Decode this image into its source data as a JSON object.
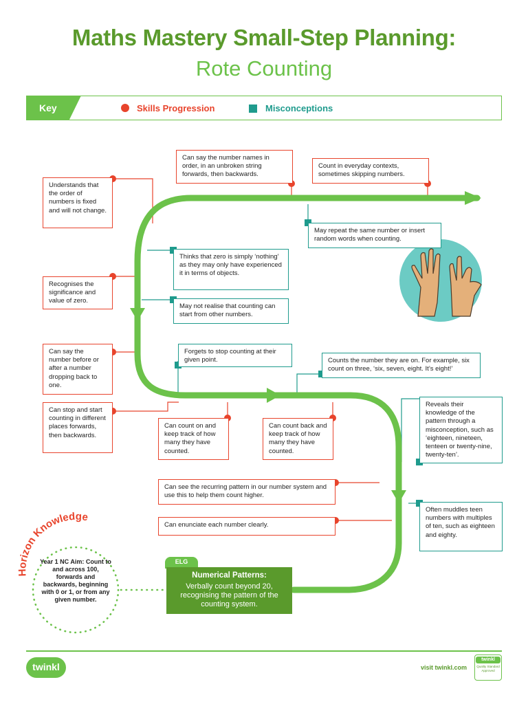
{
  "title": "Maths Mastery Small-Step Planning:",
  "subtitle": "Rote Counting",
  "key": {
    "label": "Key",
    "skills": "Skills Progression",
    "misconceptions": "Misconceptions"
  },
  "skills": [
    "Understands that the order of numbers is fixed and will not change.",
    "Can say the number names in order, in an unbroken string forwards, then backwards.",
    "Count in everyday contexts, sometimes skipping numbers.",
    "Recognises the significance and value of zero.",
    "Can say the number before or after a number dropping back to one.",
    "Can stop and start counting in different places forwards, then backwards.",
    "Can count on and keep track of how many they have counted.",
    "Can count back and keep track of how many they have counted.",
    "Can see the recurring pattern in our number system and use this to help them count higher.",
    "Can enunciate each number clearly."
  ],
  "misconceptions": [
    "May repeat the same number or insert random words when counting.",
    "Thinks that zero is simply ‘nothing’ as they may only have experienced it in terms of objects.",
    "May not realise that counting can start from other numbers.",
    "Forgets to stop counting at their given point.",
    "Counts the number they are on. For example, six count on three, ‘six, seven, eight. It’s eight!’",
    "Reveals their knowledge of the pattern through a misconception, such as ‘eighteen, nineteen, tenteen or twenty-nine, twenty-ten’.",
    "Often muddles teen numbers with multiples of ten, such as eighteen and eighty."
  ],
  "horizon": {
    "heading": "Horizon Knowledge",
    "text": "Year 1 NC Aim: Count to and across 100, forwards and backwards, beginning with 0 or 1, or from any given number."
  },
  "elg": {
    "tab": "ELG",
    "title": "Numerical Patterns:",
    "text": "Verbally count beyond 20, recognising the pattern of the counting system."
  },
  "footer": {
    "logo": "twinkl",
    "visit": "visit twinkl.com",
    "badge_top": "twinkl",
    "badge_text": "Quality Standard Approved"
  },
  "colors": {
    "path": "#6cc24a",
    "title": "#5a9a2c",
    "skill": "#e8442c",
    "misconception": "#1f9b8d",
    "hands_bg": "#6ccbc4"
  }
}
